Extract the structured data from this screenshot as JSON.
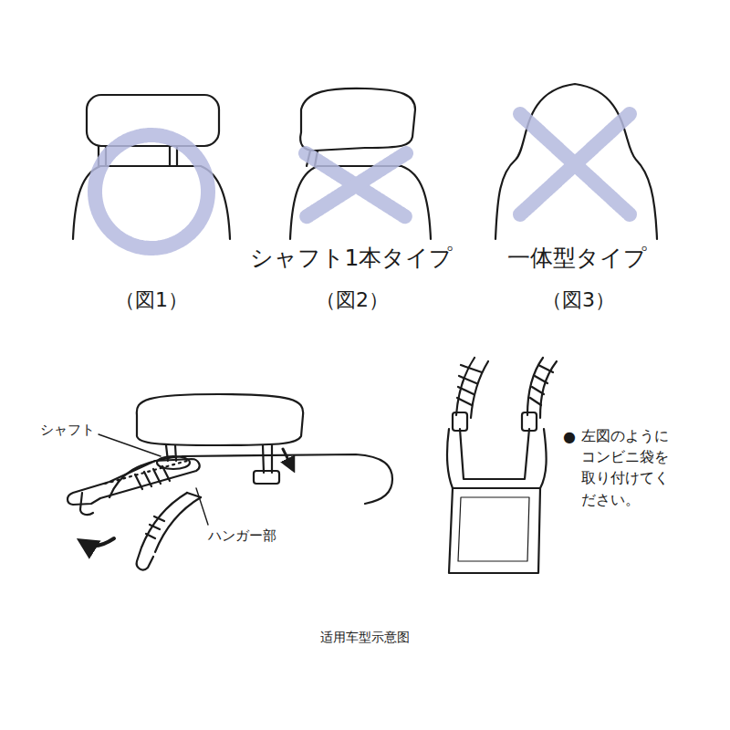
{
  "diagram": {
    "caption": "适用车型示意图",
    "labels": [
      "シャフト1本タイプ",
      "一体型タイプ",
      "（図1）",
      "（図2）",
      "（図3）",
      "シャフト",
      "ハンガー部",
      "●",
      "左図のように コンビニ袋を 取り付けてく ださい。"
    ]
  }
}
